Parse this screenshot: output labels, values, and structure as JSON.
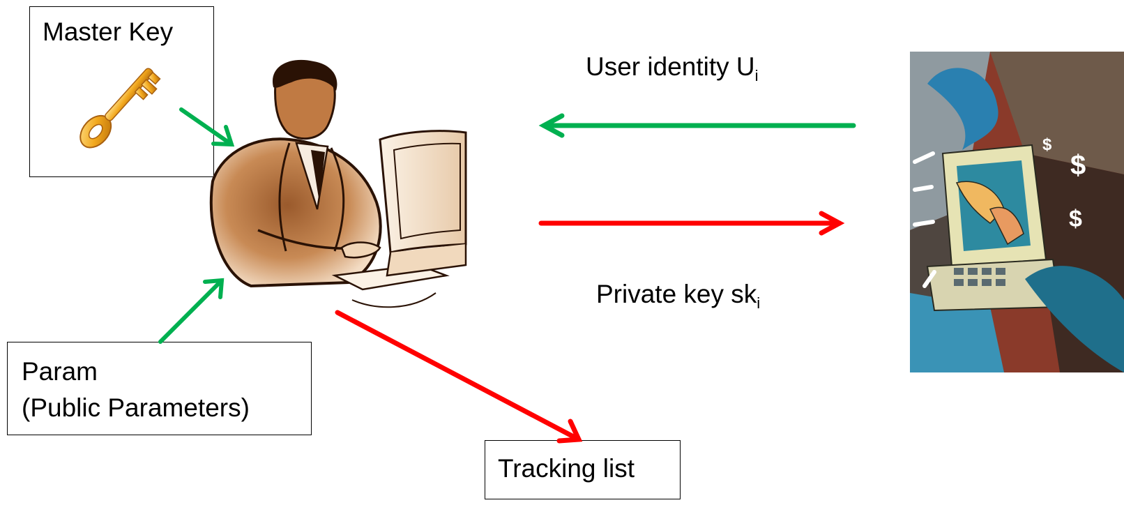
{
  "master_key": {
    "title": "Master Key"
  },
  "param": {
    "line1": "Param",
    "line2": "(Public Parameters)"
  },
  "tracking": {
    "label": "Tracking list"
  },
  "request": {
    "text": "User identity U",
    "subscript": "i"
  },
  "response": {
    "text": "Private key sk",
    "subscript": "i"
  },
  "colors": {
    "request_arrow": "#00b050",
    "response_arrow": "#ff0000",
    "key_gold": "#e8a020",
    "skin": "#b07040",
    "collage_teal": "#1f6f8b"
  },
  "icons": {
    "key": "golden-key-icon",
    "authority": "key-authority-at-computer-icon",
    "user": "user-computer-collage-icon"
  }
}
